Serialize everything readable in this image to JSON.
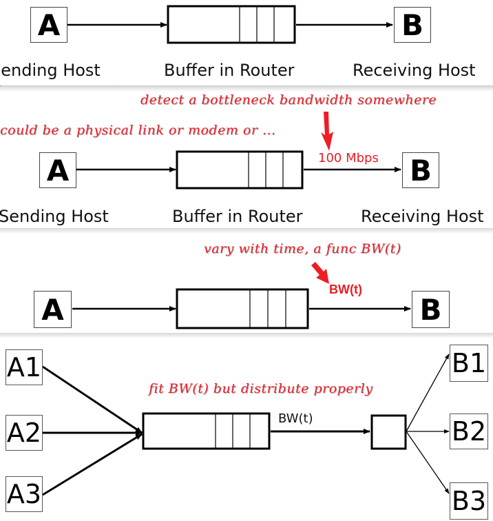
{
  "panel1": {
    "sender": "A",
    "receiver": "B",
    "sender_label": "Sending Host",
    "buffer_label": "Buffer in Router",
    "receiver_label": "Receiving Host"
  },
  "panel2": {
    "sender": "A",
    "receiver": "B",
    "sender_label": "Sending Host",
    "buffer_label": "Buffer in Router",
    "receiver_label": "Receiving Host",
    "note_top": "detect a bottleneck bandwidth somewhere",
    "note_left": "could be a physical link or modem or ...",
    "link_label": "100 Mbps"
  },
  "panel3": {
    "sender": "A",
    "receiver": "B",
    "note": "vary with time, a func BW(t)",
    "link_label": "BW(t)"
  },
  "panel4": {
    "senders": [
      "A1",
      "A2",
      "A3"
    ],
    "receivers": [
      "B1",
      "B2",
      "B3"
    ],
    "note": "fit BW(t) but distribute properly",
    "link_label": "BW(t)"
  },
  "colors": {
    "annotation": "#ee1c24",
    "line": "#000000"
  }
}
